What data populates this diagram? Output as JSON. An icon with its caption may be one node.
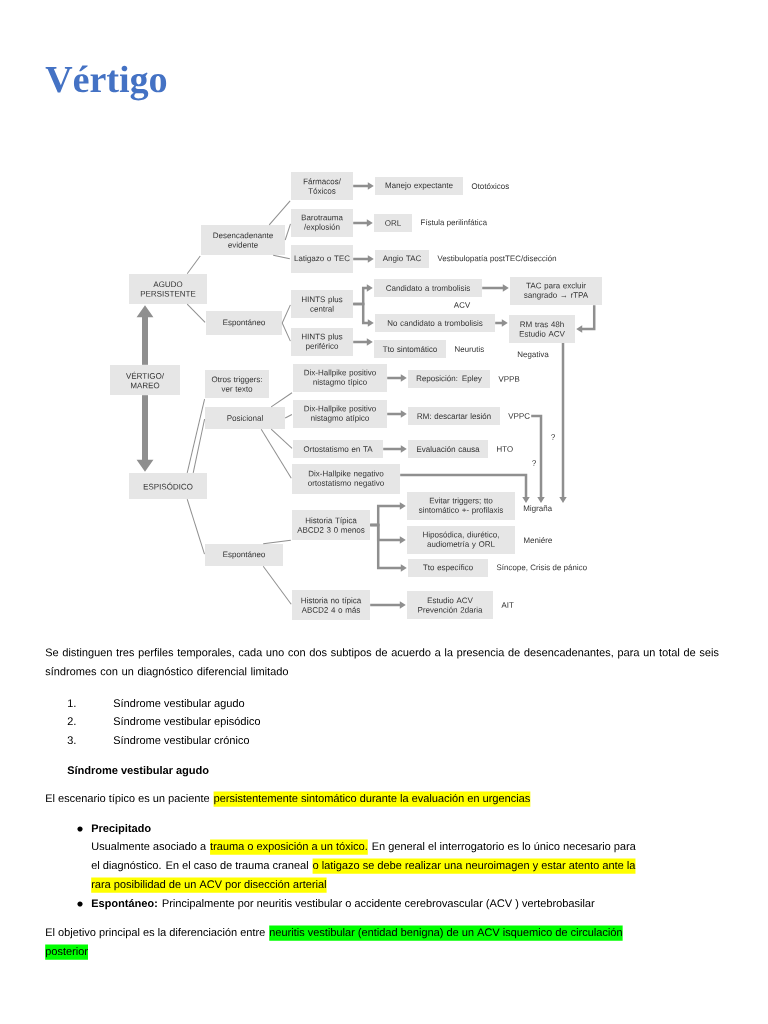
{
  "diagram": {
    "title": "Vértigo",
    "nodes": [
      {
        "text": [
          "VÉRTIGO/ MAREO"
        ]
      },
      {
        "text": [
          "AGUDO PERSISTENTE"
        ]
      },
      {
        "text": [
          "ESPISÓDICO"
        ]
      },
      {
        "text": [
          "Desencadenante evidente"
        ]
      },
      {
        "text": [
          "Espontáneo"
        ]
      },
      {
        "text": [
          "Fármacos/ Tóxicos"
        ]
      },
      {
        "text": [
          "Barotrauma /explosión"
        ]
      },
      {
        "text": [
          "Latigazo o TEC"
        ]
      },
      {
        "text": [
          "HINTS plus central"
        ]
      },
      {
        "text": [
          "HINTS plus periférico"
        ]
      },
      {
        "text": [
          "Manejo expectante"
        ],
        "beside": [
          "Ototóxicos"
        ]
      },
      {
        "text": [
          "ORL"
        ],
        "beside": [
          "Fístula perilinfática"
        ]
      },
      {
        "text": [
          "Angio TAC"
        ],
        "beside": [
          "Vestibulopatía postTEC/disección"
        ]
      },
      {
        "text": [
          "Candidato a trombolisis"
        ]
      },
      {
        "text": [
          "TAC para excluir sangrado → rTPA"
        ]
      },
      {
        "text": [
          "No candidato a trombolisis"
        ]
      },
      {
        "text": [
          "RM tras 48h Estudio ACV"
        ]
      },
      {
        "text": [
          "Tto sintomático"
        ],
        "beside": [
          "Neurutis"
        ]
      },
      {
        "text": [
          "Otros triggers: ver texto"
        ]
      },
      {
        "text": [
          "Posicional"
        ]
      },
      {
        "text": [
          "Dix-Hallpike positivo nistagmo típico"
        ]
      },
      {
        "text": [
          "Dix-Hallpike positivo nistagmo atípico"
        ]
      },
      {
        "text": [
          "Ortostatismo en TA"
        ]
      },
      {
        "text": [
          "Dix-Hallpike negativo ortostatismo negativo"
        ]
      },
      {
        "text": [
          "Reposición: Epley"
        ],
        "beside": [
          "VPPB"
        ]
      },
      {
        "text": [
          "RM: descartar lesión"
        ]
      },
      {
        "text": [
          "Evaluación causa"
        ],
        "beside": [
          "HTO"
        ]
      },
      {
        "text": [
          "Espontáneo"
        ]
      },
      {
        "text": [
          "Historia Típica ABCD2 3 0 menos"
        ]
      },
      {
        "text": [
          "Historia no típica ABCD2 4 o más"
        ]
      },
      {
        "text": [
          "Evitar triggers; tto sintomático +- profilaxis"
        ]
      },
      {
        "text": [
          "Hiposódica, diurético, audiometría y ORL"
        ],
        "beside": [
          "Meniére"
        ]
      },
      {
        "text": [
          "Tto específico"
        ],
        "beside": [
          "Síncope, Crisis de pánico"
        ]
      },
      {
        "text": [
          "Estudio ACV Prevención 2daria"
        ],
        "beside": [
          "AIT"
        ]
      },
      {
        "text": [
          "VPPC"
        ]
      },
      {
        "text": [
          "Migraña"
        ]
      }
    ],
    "edges": [
      {
        "from": 0,
        "to": 1,
        "arrow": "to",
        "style": "thick"
      },
      {
        "from": 0,
        "to": 2,
        "arrow": "to",
        "style": "thick"
      },
      {
        "from": 1,
        "to": 3,
        "arrow": "none"
      },
      {
        "from": 1,
        "to": 4,
        "arrow": "none"
      },
      {
        "from": 3,
        "to": 5,
        "arrow": "none"
      },
      {
        "from": 3,
        "to": 6,
        "arrow": "none"
      },
      {
        "from": 3,
        "to": 7,
        "arrow": "none"
      },
      {
        "from": 4,
        "to": 8,
        "arrow": "none"
      },
      {
        "from": 4,
        "to": 9,
        "arrow": "none"
      },
      {
        "from": 5,
        "to": 10,
        "arrow": "to"
      },
      {
        "from": 6,
        "to": 11,
        "arrow": "to"
      },
      {
        "from": 7,
        "to": 12,
        "arrow": "to"
      },
      {
        "from": 8,
        "to": 13,
        "arrow": "to"
      },
      {
        "from": 8,
        "to": 15,
        "arrow": "to"
      },
      {
        "from": 9,
        "to": 17,
        "arrow": "to"
      },
      {
        "from": 13,
        "to": 14,
        "arrow": "to",
        "label": "ACV"
      },
      {
        "from": 15,
        "to": 16,
        "arrow": "to"
      },
      {
        "from": 14,
        "to": 16,
        "arrow": "to"
      },
      {
        "from": 16,
        "to": 35,
        "arrow": "to",
        "label": "Negativa"
      },
      {
        "from": 2,
        "to": 18,
        "arrow": "none"
      },
      {
        "from": 2,
        "to": 19,
        "arrow": "none"
      },
      {
        "from": 2,
        "to": 27,
        "arrow": "none"
      },
      {
        "from": 19,
        "to": 20,
        "arrow": "none"
      },
      {
        "from": 19,
        "to": 21,
        "arrow": "none"
      },
      {
        "from": 19,
        "to": 22,
        "arrow": "none"
      },
      {
        "from": 19,
        "to": 23,
        "arrow": "none"
      },
      {
        "from": 20,
        "to": 24,
        "arrow": "to"
      },
      {
        "from": 21,
        "to": 25,
        "arrow": "to"
      },
      {
        "from": 22,
        "to": 26,
        "arrow": "to"
      },
      {
        "from": 23,
        "to": 35,
        "arrow": "to",
        "label": "?"
      },
      {
        "from": 34,
        "to": 35,
        "arrow": "to",
        "label": "?"
      },
      {
        "from": 27,
        "to": 28,
        "arrow": "none"
      },
      {
        "from": 27,
        "to": 29,
        "arrow": "none"
      },
      {
        "from": 28,
        "to": 30,
        "arrow": "to"
      },
      {
        "from": 28,
        "to": 31,
        "arrow": "to"
      },
      {
        "from": 28,
        "to": 32,
        "arrow": "to"
      },
      {
        "from": 29,
        "to": 33,
        "arrow": "to"
      }
    ],
    "labels": [
      "Se distinguen tres perfiles temporales, cada uno con dos subtipos de acuerdo a la presencia de desencadenantes, para un total de seis síndromes con un diagnóstico diferencial limitado",
      "1.",
      "Síndrome vestibular agudo",
      "2.",
      "Síndrome vestibular episódico",
      "3.",
      "Síndrome vestibular crónico",
      "Síndrome vestibular agudo",
      "El escenario típico es un paciente",
      "persistentemente sintomático durante la evaluación en urgencias",
      "Precipitado",
      "Usualmente asociado a",
      "trauma o exposición a un tóxico.",
      "En general el interrogatorio es lo único necesario para",
      "el diagnóstico. En el caso de trauma craneal",
      "o latigazo se debe realizar una neuroimagen y estar atento ante la",
      "rara posibilidad de un ACV por disección arterial",
      "**Espontáneo:** Principalmente por neuritis vestibular o accidente cerebrovascular (ACV ) vertebrobasilar",
      "El objetivo principal es la diferenciación entre",
      "neuritis vestibular (entidad benigna) de un ACV isquemico de circulación",
      "posterior"
    ]
  }
}
